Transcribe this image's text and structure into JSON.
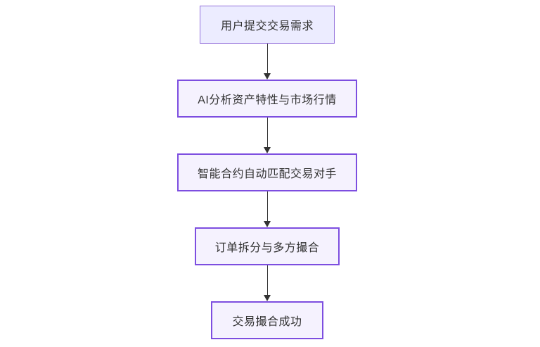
{
  "diagram": {
    "type": "flowchart",
    "direction": "top-down",
    "background": "#FFFFFF",
    "nodes": [
      {
        "id": "A",
        "label": "用户提交交易需求",
        "style": "default"
      },
      {
        "id": "B",
        "label": "AI分析资产特性与市场行情",
        "style": "highlight"
      },
      {
        "id": "C",
        "label": "智能合约自动匹配交易对手",
        "style": "highlight"
      },
      {
        "id": "D",
        "label": "订单拆分与多方撮合",
        "style": "highlight"
      },
      {
        "id": "E",
        "label": "交易撮合成功",
        "style": "highlight"
      }
    ],
    "edges": [
      {
        "from": "A",
        "to": "B"
      },
      {
        "from": "B",
        "to": "C"
      },
      {
        "from": "C",
        "to": "D"
      },
      {
        "from": "D",
        "to": "E"
      }
    ],
    "colors": {
      "node_fill_default": "#ECECFF",
      "node_border_default": "#9370DB",
      "node_fill_highlight": "#F5F2FE",
      "node_border_highlight": "#7D4EE0",
      "arrow": "#333333",
      "text": "#333333",
      "background": "#FFFFFF"
    }
  }
}
